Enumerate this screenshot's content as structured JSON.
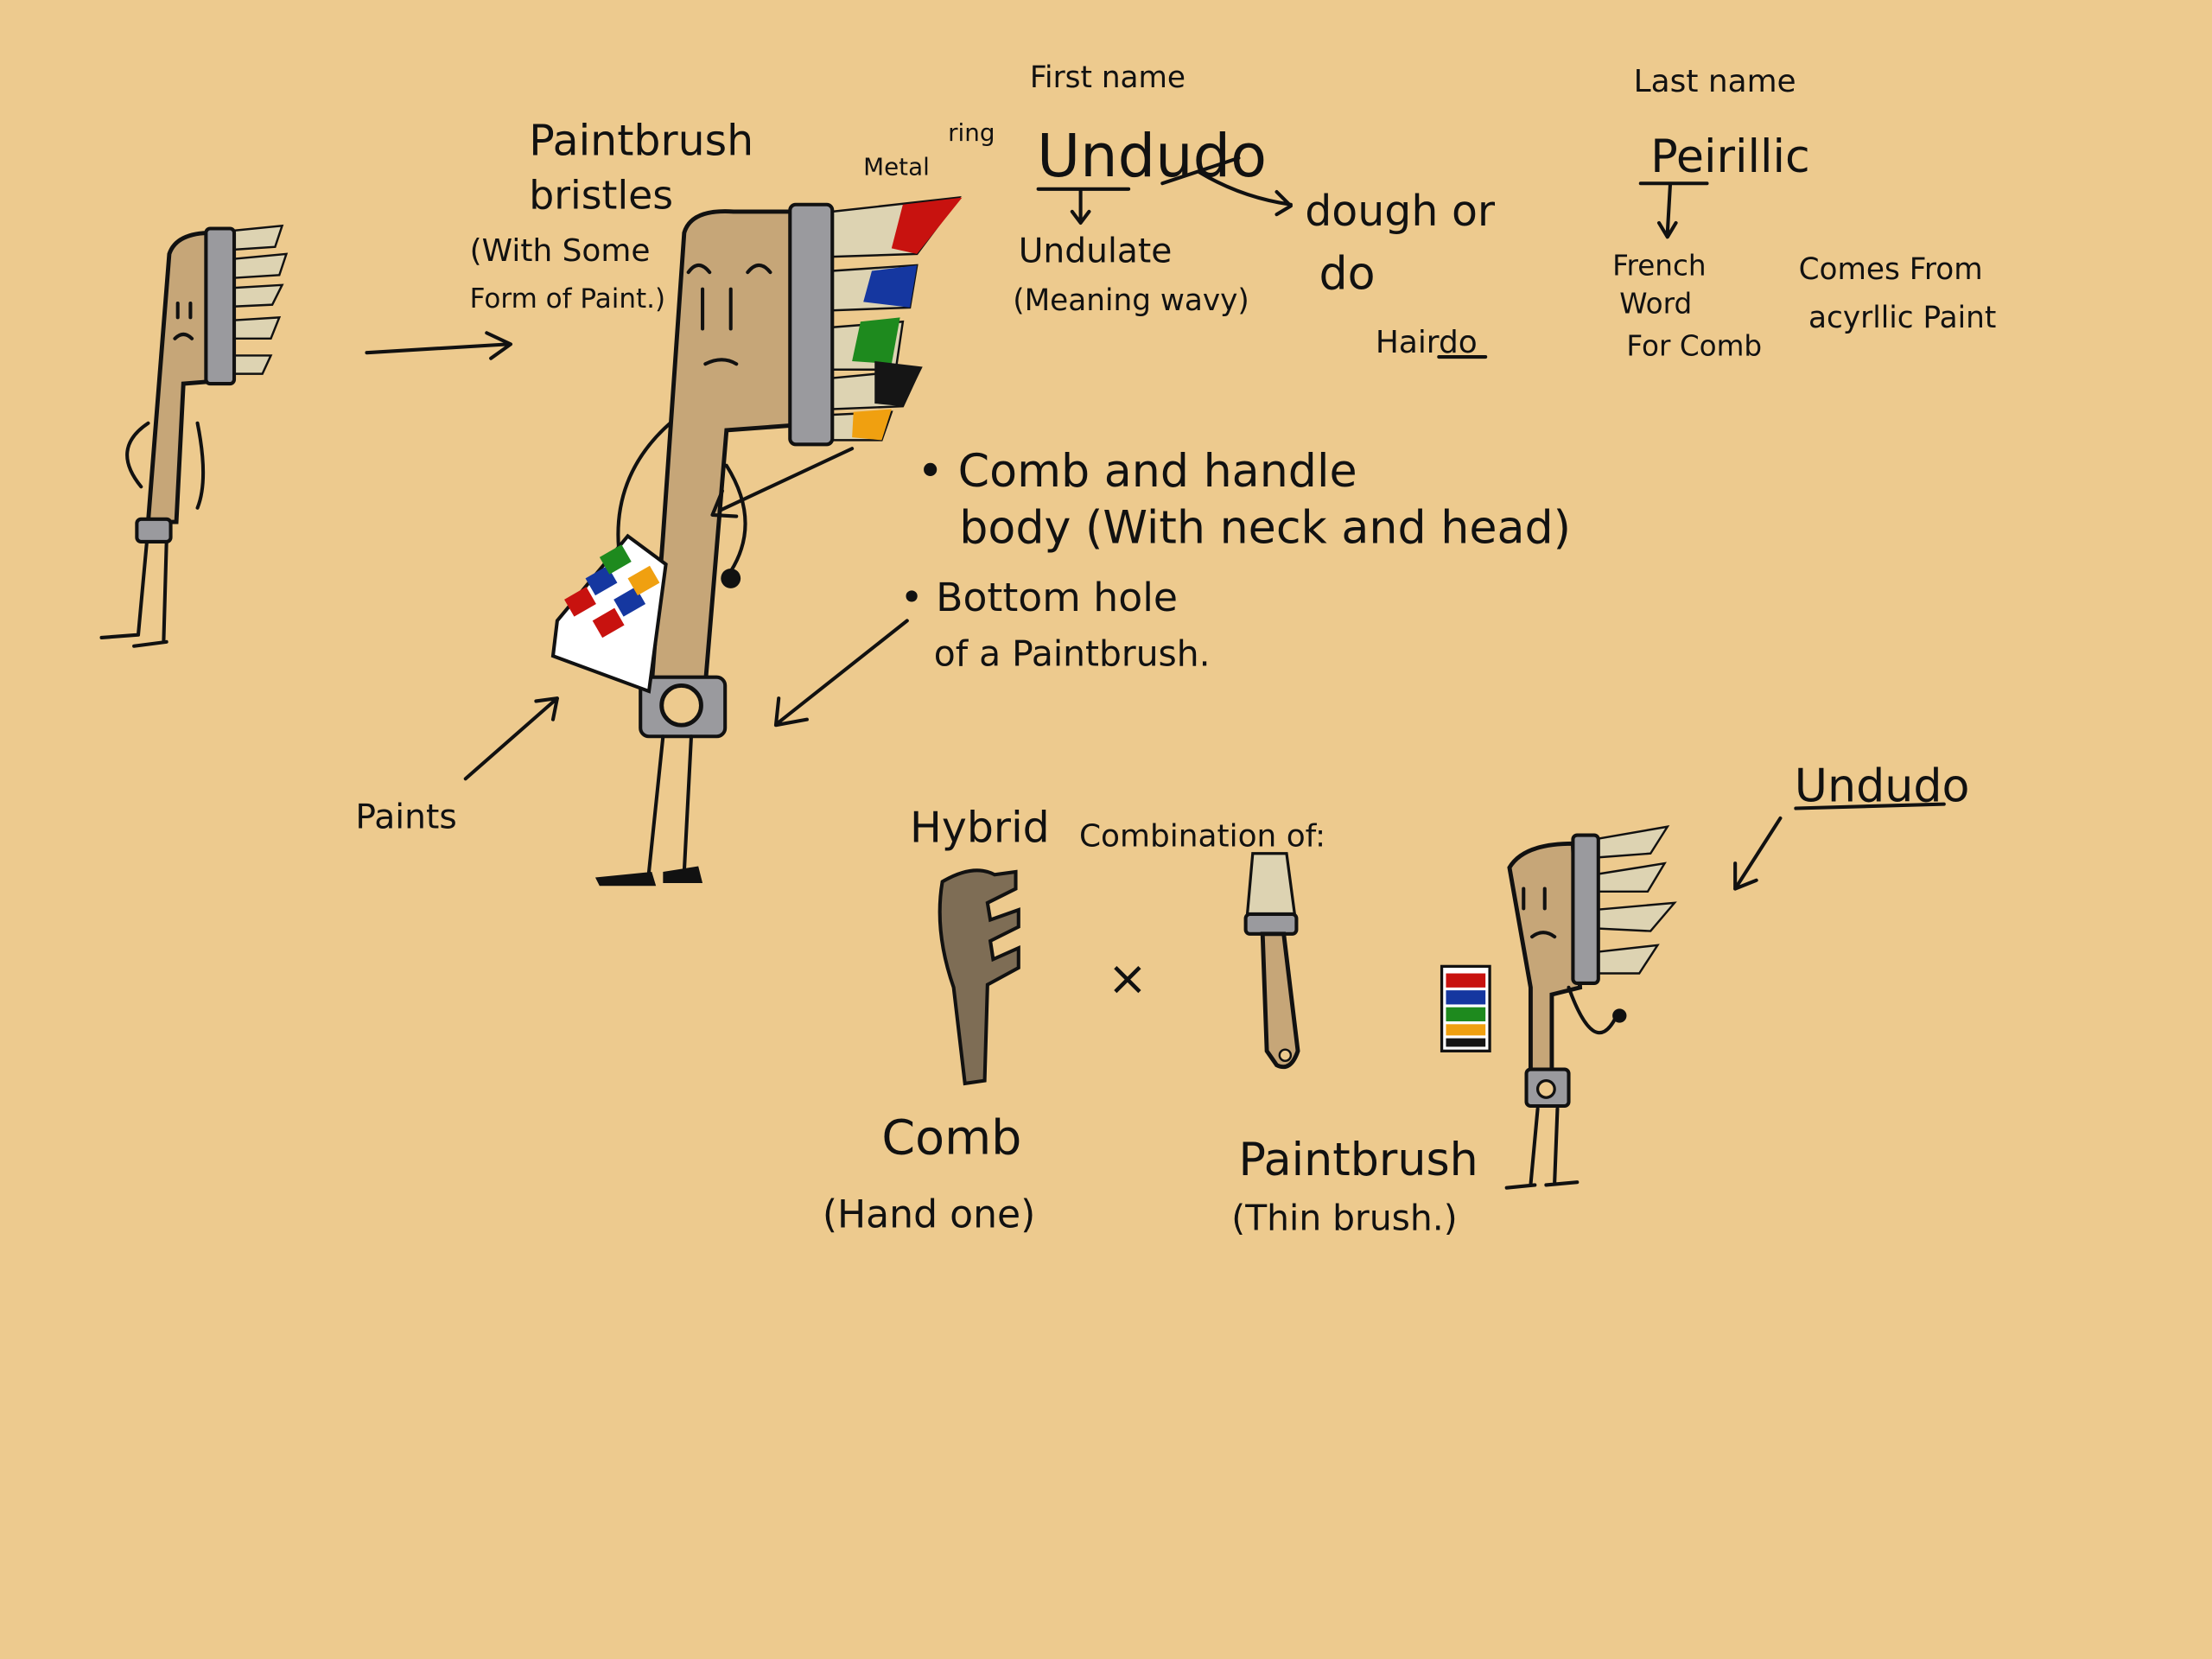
{
  "labels": {
    "paintbrush_bristles_1": "Paintbrush",
    "paintbrush_bristles_2": "bristles",
    "paint_note_1": "(With Some",
    "paint_note_2": "Form of Paint.)",
    "metal": "Metal",
    "ring": "ring",
    "first_name_heading": "First name",
    "first_name": "Undudo",
    "undulate": "Undulate",
    "meaning_wavy": "(Meaning wavy)",
    "dough_or": "dough or",
    "do": "do",
    "hairdo": "Hairdo",
    "last_name_heading": "Last name",
    "last_name": "Peirillic",
    "french_1": "French",
    "french_2": "Word",
    "french_3": "For Comb",
    "acrylic_1": "Comes From",
    "acrylic_2": "acyrllic Paint",
    "comb_body_1": "• Comb and handle",
    "comb_body_2": "body (With neck and head)",
    "bottom_hole_1": "• Bottom hole",
    "bottom_hole_2": "of a Paintbrush.",
    "paints": "Paints",
    "hybrid": "Hybrid",
    "combination_of": "Combination of:",
    "times": "×",
    "comb": "Comb",
    "comb_note": "(Hand one)",
    "paintbrush": "Paintbrush",
    "paintbrush_note": "(Thin brush.)",
    "character_name": "Undudo"
  },
  "colors": {
    "background": "#EDCA8E",
    "body": "#C6A678",
    "metal": "#9A9A9E",
    "paint_red": "#C8120F",
    "paint_blue": "#1537A0",
    "paint_green": "#1E8A1E",
    "paint_black": "#151515",
    "paint_orange": "#F0A010"
  }
}
